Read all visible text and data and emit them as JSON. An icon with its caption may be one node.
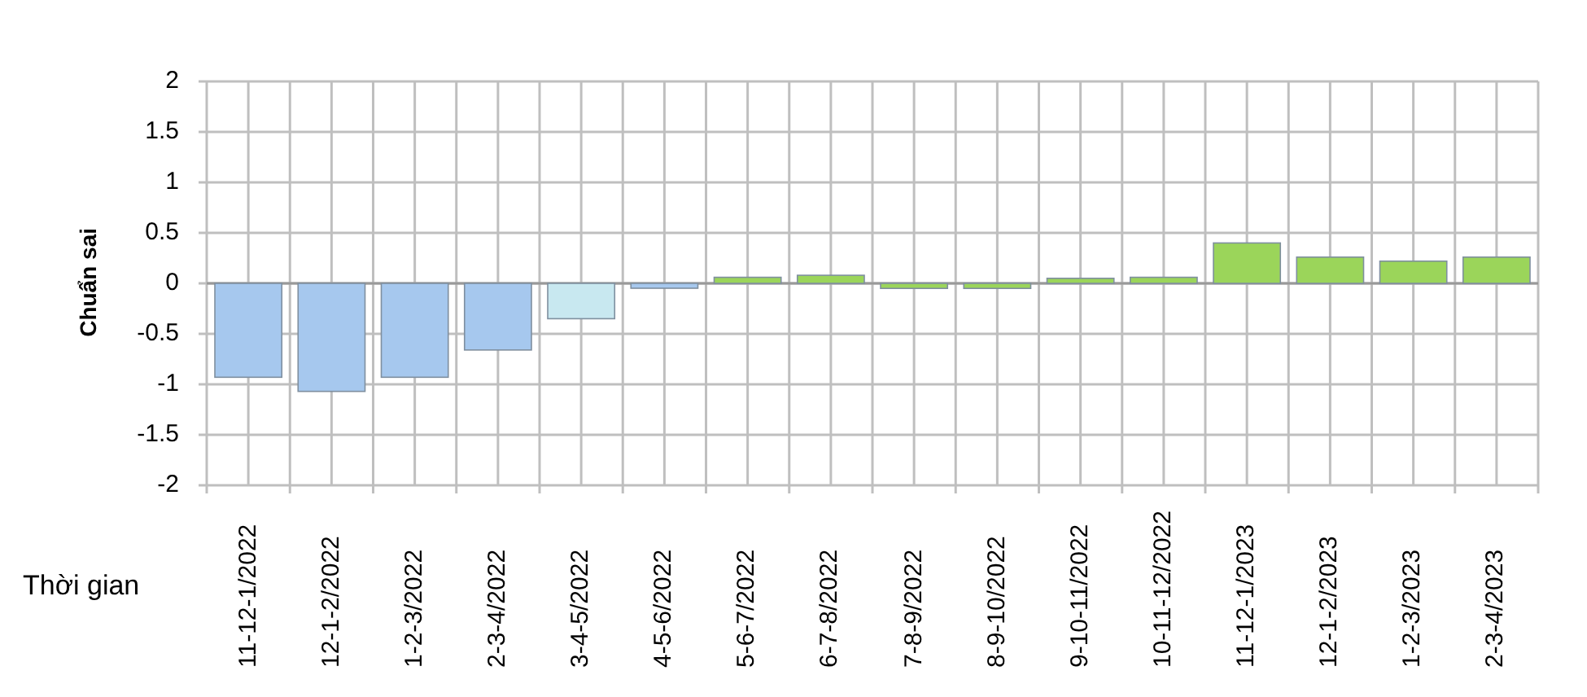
{
  "diagram": {
    "chart_data": {
      "type": "bar",
      "xlabel": "Thời gian",
      "ylabel": "Chuẩn sai",
      "categories": [
        "11-12-1/2022",
        "12-1-2/2022",
        "1-2-3/2022",
        "2-3-4/2022",
        "3-4-5/2022",
        "4-5-6/2022",
        "5-6-7/2022",
        "6-7-8/2022",
        "7-8-9/2022",
        "8-9-10/2022",
        "9-10-11/2022",
        "10-11-12/2022",
        "11-12-1/2023",
        "12-1-2/2023",
        "1-2-3/2023",
        "2-3-4/2023"
      ],
      "series": [
        {
          "color": "#a6c8ee",
          "values": [
            -0.93,
            -1.07,
            -0.93,
            -0.66,
            null,
            -0.04,
            null,
            null,
            null,
            null,
            null,
            null,
            null,
            null,
            null,
            null
          ]
        },
        {
          "color": "#c8e8f0",
          "values": [
            null,
            null,
            null,
            null,
            -0.35,
            null,
            null,
            null,
            null,
            null,
            null,
            null,
            null,
            null,
            null,
            null
          ]
        },
        {
          "color": "#9bd55a",
          "values": [
            null,
            null,
            null,
            null,
            null,
            null,
            0.06,
            0.08,
            -0.05,
            -0.05,
            0.05,
            0.06,
            0.4,
            0.26,
            0.22,
            0.26
          ]
        }
      ],
      "grid": true,
      "ylim": [
        -2,
        2
      ],
      "yticks": [
        -2,
        -1.5,
        -1,
        -0.5,
        0,
        0.5,
        1,
        1.5,
        2
      ]
    }
  }
}
